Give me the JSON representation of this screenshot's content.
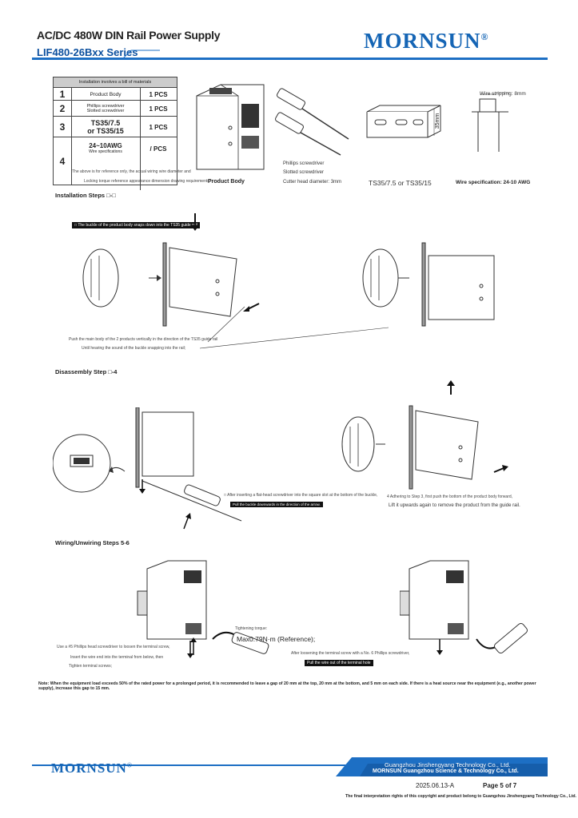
{
  "header": {
    "title": "AC/DC 480W DIN Rail Power Supply",
    "series": "LIF480-26Bxx Series",
    "logo": "MORNSUN",
    "logo_mark": "®"
  },
  "bom": {
    "heading": "Installation involves a bill of materials",
    "rows": [
      {
        "num": "1",
        "item": [
          "Product Body"
        ],
        "qty": "1 PCS"
      },
      {
        "num": "2",
        "item": [
          "Phillips screwdriver",
          "Slotted screwdriver"
        ],
        "qty": "1 PCS"
      },
      {
        "num": "3",
        "item": [
          "TS35/7.5",
          "or TS35/15"
        ],
        "qty": "1 PCS"
      },
      {
        "num": "4",
        "item": [
          "24~10AWG",
          "Wire specifications"
        ],
        "qty": "/ PCS"
      }
    ],
    "note1": "The above is for reference only, the actual wiring wire diameter and",
    "note2": "Locking torque reference appearance dimension drawing requirements"
  },
  "labels": {
    "product_body": "Product Body",
    "phillips": "Phillips screwdriver",
    "slotted": "Slotted screwdriver",
    "cutter": "Cutter head diameter: 3mm",
    "rail": "TS35/7.5 or TS35/15",
    "rail_dim": "35mm",
    "wire_strip": "Wire stripping: 8mm",
    "wire_spec": "Wire specification: 24-10 AWG"
  },
  "steps": {
    "install_title": "Installation Steps □-□",
    "install_banner": "□ The buckle of the product body snaps down into the TS35 guide rail",
    "install_push1": "Push the main body of the 2 products vertically in the direction of the TS35 guide rail",
    "install_push2": "Until hearing the sound of the buckle snapping into the rail;",
    "disassembly_title": "Disassembly Step □-4",
    "disasm_3a": "□ After inserting a flat-head screwdriver into the square slot at the bottom of the buckle,",
    "disasm_3b": "Pull the buckle downwards in the direction of the arrow.",
    "disasm_4a": "4 Adhering to Step 3, first push the bottom of the product body forward,",
    "disasm_4b": "Lift it upwards again to remove the product from the guide rail.",
    "wiring_title": "Wiring/Unwiring Steps 5-6",
    "wiring_5a": "Use a #5 Phillips head screwdriver to loosen the terminal screw,",
    "wiring_5b": "Insert the wire end into the terminal from below, then",
    "wiring_5c": "Tighten terminal screws;",
    "torque_label": "Tightening torque:",
    "torque_value": "Max0.79N·m (Reference);",
    "wiring_6a": "After loosening the terminal screw with a No. 6 Phillips screwdriver,",
    "wiring_6b": "Pull the wire out of the terminal hole"
  },
  "note": "Note: When the equipment load exceeds 50% of the rated power for a prolonged period, it is recommended to leave a gap of 20 mm at the top, 20 mm at the bottom, and 5 mm on each side. If there is a heat source near the equipment (e.g., another power supply), increase this gap to 15 mm.",
  "footer": {
    "logo": "MORNSUN",
    "logo_mark": "®",
    "company_cn": "Guangzhou Jinshengyang Technology Co., Ltd.",
    "company_en": "MORNSUN Guangzhou Science & Technology Co., Ltd.",
    "date": "2025.06.13-A",
    "page": "Page 5 of 7",
    "rights": "The final interpretation rights of this copyright and product belong to Guangzhou Jinshengyang Technology Co., Ltd."
  },
  "colors": {
    "brand_blue": "#1565b5",
    "band_blue": "#1d6fc4"
  }
}
